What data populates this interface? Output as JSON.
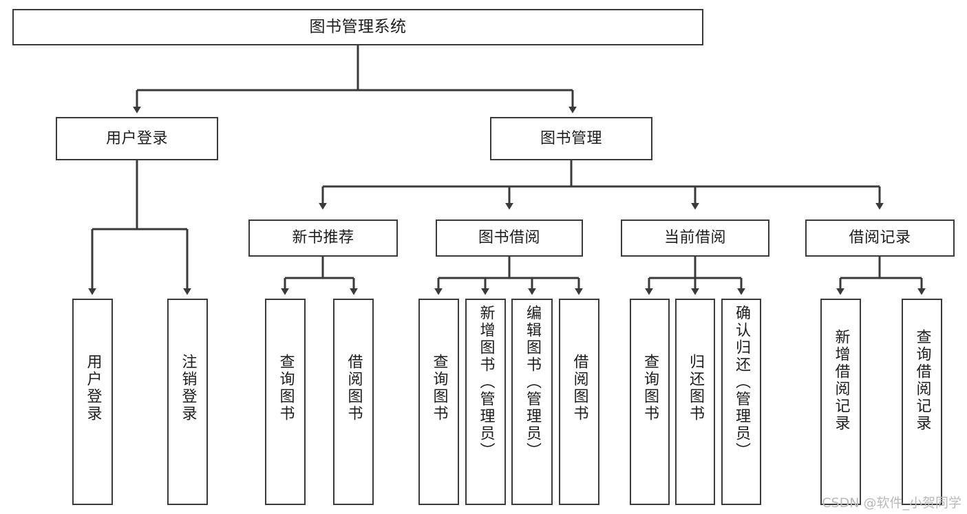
{
  "diagram": {
    "title": "图书管理系统",
    "watermark": "CSDN @软件_小贺同学",
    "stroke_color": "#3a3a3a",
    "text_color": "#1d1d1d",
    "background": "#ffffff",
    "levels": {
      "level0": [
        {
          "id": "root",
          "label": "图书管理系统"
        }
      ],
      "level1": [
        {
          "id": "user-login",
          "label": "用户登录"
        },
        {
          "id": "book-manage",
          "label": "图书管理"
        }
      ],
      "level2": [
        {
          "id": "new-book-recommend",
          "label": "新书推荐"
        },
        {
          "id": "book-borrow",
          "label": "图书借阅"
        },
        {
          "id": "current-borrow",
          "label": "当前借阅"
        },
        {
          "id": "borrow-record",
          "label": "借阅记录"
        }
      ],
      "level3": [
        {
          "id": "leaf-user-login",
          "label": "用户登录",
          "parent": "user-login"
        },
        {
          "id": "leaf-user-logout",
          "label": "注销登录",
          "parent": "user-login"
        },
        {
          "id": "leaf-query-book-1",
          "label": "查询图书",
          "parent": "new-book-recommend"
        },
        {
          "id": "leaf-borrow-book-1",
          "label": "借阅图书",
          "parent": "new-book-recommend"
        },
        {
          "id": "leaf-query-book-2",
          "label": "查询图书",
          "parent": "book-borrow"
        },
        {
          "id": "leaf-add-book",
          "label": "新增图书（管理员）",
          "parent": "book-borrow"
        },
        {
          "id": "leaf-edit-book",
          "label": "编辑图书（管理员）",
          "parent": "book-borrow"
        },
        {
          "id": "leaf-borrow-book-2",
          "label": "借阅图书",
          "parent": "book-borrow"
        },
        {
          "id": "leaf-query-book-3",
          "label": "查询图书",
          "parent": "current-borrow"
        },
        {
          "id": "leaf-return-book",
          "label": "归还图书",
          "parent": "current-borrow"
        },
        {
          "id": "leaf-confirm-return",
          "label": "确认归还（管理员）",
          "parent": "current-borrow"
        },
        {
          "id": "leaf-add-record",
          "label": "新增借阅记录",
          "parent": "borrow-record"
        },
        {
          "id": "leaf-query-record",
          "label": "查询借阅记录",
          "parent": "borrow-record"
        }
      ]
    }
  }
}
